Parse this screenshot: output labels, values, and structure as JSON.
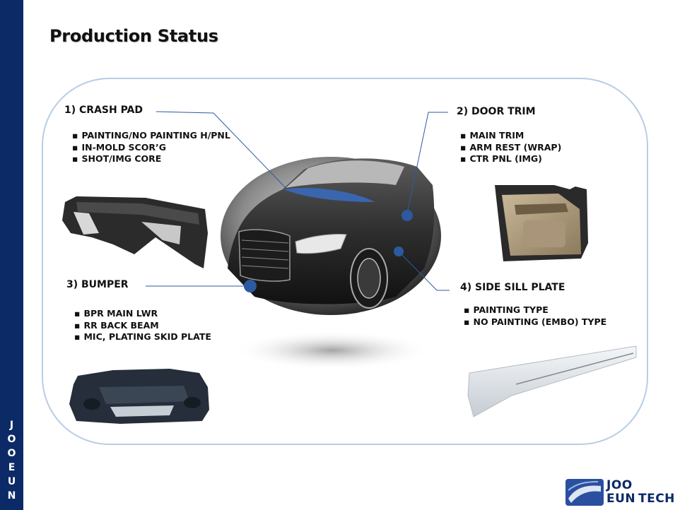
{
  "page": {
    "title": "Production Status"
  },
  "sidebar": {
    "letters": [
      "J",
      "O",
      "O",
      "E",
      "U",
      "N"
    ]
  },
  "sections": {
    "crash_pad": {
      "title": "1) CRASH PAD",
      "items": [
        "PAINTING/NO PAINTING H/PNL",
        "IN-MOLD SCOR’G",
        "SHOT/IMG CORE"
      ]
    },
    "door_trim": {
      "title": "2) DOOR TRIM",
      "items": [
        "MAIN TRIM",
        "ARM REST (WRAP)",
        "CTR PNL (IMG)"
      ]
    },
    "bumper": {
      "title": "3) BUMPER",
      "items": [
        "BPR MAIN LWR",
        "RR BACK BEAM",
        "MIC, PLATING  SKID PLATE"
      ]
    },
    "side_sill": {
      "title": "4) SIDE SILL PLATE",
      "items": [
        "PAINTING TYPE",
        "NO PAINTING (EMBO) TYPE"
      ]
    }
  },
  "logo": {
    "line1": "JOO",
    "line2": "EUN",
    "line3": "TECH"
  },
  "colors": {
    "sidebar": "#0c2a66",
    "frame": "#b7cde6",
    "marker": "#2c5aa0"
  }
}
